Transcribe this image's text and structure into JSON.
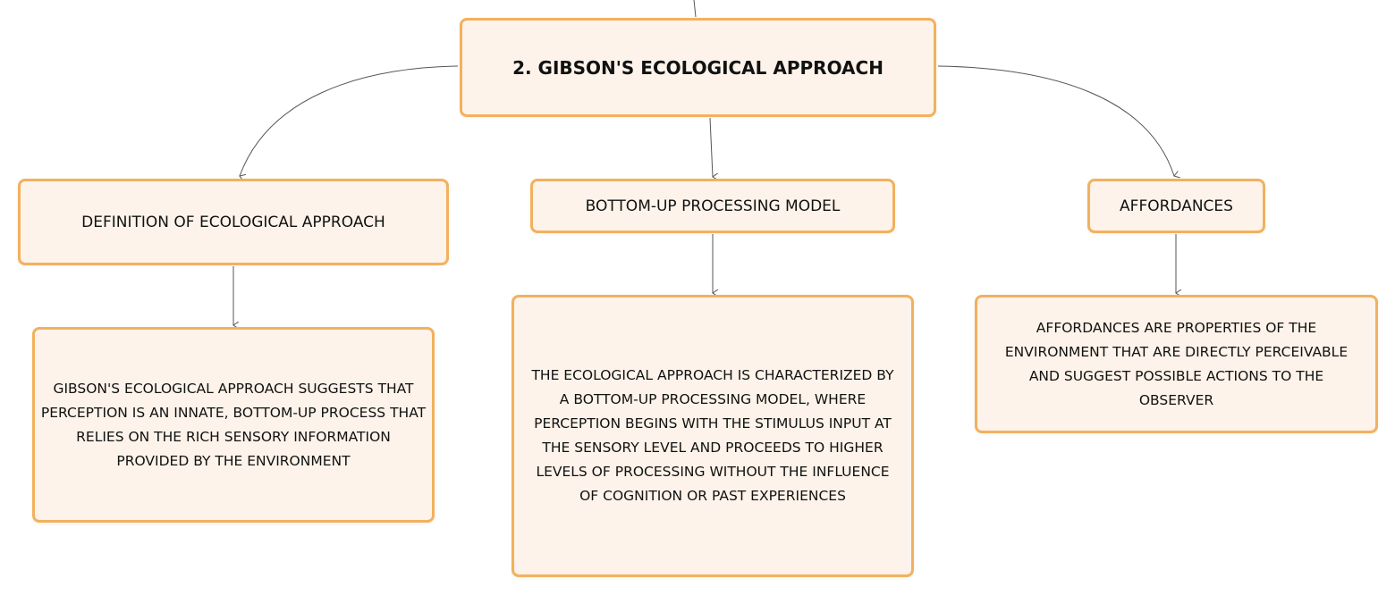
{
  "mindmap": {
    "root": {
      "label": "2. GIBSON'S ECOLOGICAL APPROACH"
    },
    "branches": [
      {
        "label": "DEFINITION OF ECOLOGICAL APPROACH",
        "detail": "GIBSON'S ECOLOGICAL APPROACH SUGGESTS THAT PERCEPTION IS AN INNATE, BOTTOM-UP PROCESS THAT RELIES ON THE RICH SENSORY INFORMATION PROVIDED BY THE ENVIRONMENT"
      },
      {
        "label": "BOTTOM-UP PROCESSING MODEL",
        "detail": "THE ECOLOGICAL APPROACH IS CHARACTERIZED BY A BOTTOM-UP PROCESSING MODEL, WHERE PERCEPTION BEGINS WITH THE STIMULUS INPUT AT THE SENSORY LEVEL AND PROCEEDS TO HIGHER LEVELS OF PROCESSING WITHOUT THE INFLUENCE OF COGNITION OR PAST EXPERIENCES"
      },
      {
        "label": "AFFORDANCES",
        "detail": "AFFORDANCES ARE PROPERTIES OF THE ENVIRONMENT THAT ARE DIRECTLY PERCEIVABLE AND SUGGEST POSSIBLE ACTIONS TO THE OBSERVER"
      }
    ]
  },
  "colors": {
    "node_fill": "#fdf3ea",
    "node_border": "#f2b15e",
    "connector": "#555555",
    "text": "#111111"
  }
}
